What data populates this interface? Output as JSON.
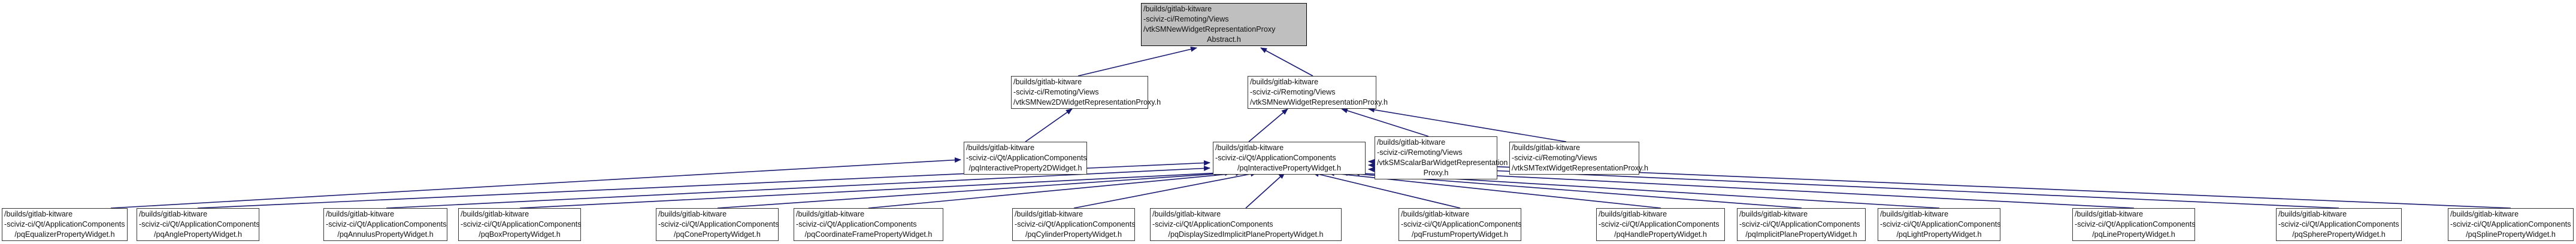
{
  "diagram": {
    "kind": "include-dependency-graph",
    "root_file": "/builds/gitlab-kitware-sciviz-ci/Remoting/Views/vtkSMNewWidgetRepresentationProxyAbstract.h",
    "colors": {
      "edge": "#191970",
      "node_border": "#353535",
      "node_fill": "#ffffff",
      "highlight_fill": "#bfbfbf",
      "text": "#111111"
    },
    "nodes": [
      {
        "id": "abstract",
        "highlight": true,
        "lines": [
          "/builds/gitlab-kitware",
          "-sciviz-ci/Remoting/Views",
          "/vtkSMNewWidgetRepresentationProxy",
          "Abstract.h"
        ]
      },
      {
        "id": "new2d",
        "highlight": false,
        "lines": [
          "/builds/gitlab-kitware",
          "-sciviz-ci/Remoting/Views",
          "/vtkSMNew2DWidgetRepresentationProxy.h"
        ]
      },
      {
        "id": "newwidget",
        "highlight": false,
        "lines": [
          "/builds/gitlab-kitware",
          "-sciviz-ci/Remoting/Views",
          "/vtkSMNewWidgetRepresentationProxy.h"
        ]
      },
      {
        "id": "pq2d",
        "highlight": false,
        "lines": [
          "/builds/gitlab-kitware",
          "-sciviz-ci/Qt/ApplicationComponents",
          "/pqInteractiveProperty2DWidget.h"
        ]
      },
      {
        "id": "pqipw",
        "highlight": false,
        "lines": [
          "/builds/gitlab-kitware",
          "-sciviz-ci/Qt/ApplicationComponents",
          "/pqInteractivePropertyWidget.h"
        ]
      },
      {
        "id": "scalarbar",
        "highlight": false,
        "lines": [
          "/builds/gitlab-kitware",
          "-sciviz-ci/Remoting/Views",
          "/vtkSMScalarBarWidgetRepresentation",
          "Proxy.h"
        ]
      },
      {
        "id": "textwidget",
        "highlight": false,
        "lines": [
          "/builds/gitlab-kitware",
          "-sciviz-ci/Remoting/Views",
          "/vtkSMTextWidgetRepresentationProxy.h"
        ]
      },
      {
        "id": "equalizer",
        "highlight": false,
        "lines": [
          "/builds/gitlab-kitware",
          "-sciviz-ci/Qt/ApplicationComponents",
          "/pqEqualizerPropertyWidget.h"
        ]
      },
      {
        "id": "angle",
        "highlight": false,
        "lines": [
          "/builds/gitlab-kitware",
          "-sciviz-ci/Qt/ApplicationComponents",
          "/pqAnglePropertyWidget.h"
        ]
      },
      {
        "id": "annulus",
        "highlight": false,
        "lines": [
          "/builds/gitlab-kitware",
          "-sciviz-ci/Qt/ApplicationComponents",
          "/pqAnnulusPropertyWidget.h"
        ]
      },
      {
        "id": "box",
        "highlight": false,
        "lines": [
          "/builds/gitlab-kitware",
          "-sciviz-ci/Qt/ApplicationComponents",
          "/pqBoxPropertyWidget.h"
        ]
      },
      {
        "id": "cone",
        "highlight": false,
        "lines": [
          "/builds/gitlab-kitware",
          "-sciviz-ci/Qt/ApplicationComponents",
          "/pqConePropertyWidget.h"
        ]
      },
      {
        "id": "coordframe",
        "highlight": false,
        "lines": [
          "/builds/gitlab-kitware",
          "-sciviz-ci/Qt/ApplicationComponents",
          "/pqCoordinateFramePropertyWidget.h"
        ]
      },
      {
        "id": "cylinder",
        "highlight": false,
        "lines": [
          "/builds/gitlab-kitware",
          "-sciviz-ci/Qt/ApplicationComponents",
          "/pqCylinderPropertyWidget.h"
        ]
      },
      {
        "id": "displaysized",
        "highlight": false,
        "lines": [
          "/builds/gitlab-kitware",
          "-sciviz-ci/Qt/ApplicationComponents",
          "/pqDisplaySizedImplicitPlanePropertyWidget.h"
        ]
      },
      {
        "id": "frustum",
        "highlight": false,
        "lines": [
          "/builds/gitlab-kitware",
          "-sciviz-ci/Qt/ApplicationComponents",
          "/pqFrustumPropertyWidget.h"
        ]
      },
      {
        "id": "handle",
        "highlight": false,
        "lines": [
          "/builds/gitlab-kitware",
          "-sciviz-ci/Qt/ApplicationComponents",
          "/pqHandlePropertyWidget.h"
        ]
      },
      {
        "id": "implicitplane",
        "highlight": false,
        "lines": [
          "/builds/gitlab-kitware",
          "-sciviz-ci/Qt/ApplicationComponents",
          "/pqImplicitPlanePropertyWidget.h"
        ]
      },
      {
        "id": "light",
        "highlight": false,
        "lines": [
          "/builds/gitlab-kitware",
          "-sciviz-ci/Qt/ApplicationComponents",
          "/pqLightPropertyWidget.h"
        ]
      },
      {
        "id": "line",
        "highlight": false,
        "lines": [
          "/builds/gitlab-kitware",
          "-sciviz-ci/Qt/ApplicationComponents",
          "/pqLinePropertyWidget.h"
        ]
      },
      {
        "id": "sphere",
        "highlight": false,
        "lines": [
          "/builds/gitlab-kitware",
          "-sciviz-ci/Qt/ApplicationComponents",
          "/pqSpherePropertyWidget.h"
        ]
      },
      {
        "id": "spline",
        "highlight": false,
        "lines": [
          "/builds/gitlab-kitware",
          "-sciviz-ci/Qt/ApplicationComponents",
          "/pqSplinePropertyWidget.h"
        ]
      }
    ],
    "edges": [
      {
        "from": "new2d",
        "to": "abstract"
      },
      {
        "from": "newwidget",
        "to": "abstract"
      },
      {
        "from": "pq2d",
        "to": "new2d"
      },
      {
        "from": "pqipw",
        "to": "newwidget"
      },
      {
        "from": "scalarbar",
        "to": "newwidget"
      },
      {
        "from": "textwidget",
        "to": "newwidget"
      },
      {
        "from": "equalizer",
        "to": "pq2d"
      },
      {
        "from": "angle",
        "to": "pqipw"
      },
      {
        "from": "annulus",
        "to": "pqipw"
      },
      {
        "from": "box",
        "to": "pqipw"
      },
      {
        "from": "cone",
        "to": "pqipw"
      },
      {
        "from": "coordframe",
        "to": "pqipw"
      },
      {
        "from": "cylinder",
        "to": "pqipw"
      },
      {
        "from": "displaysized",
        "to": "pqipw"
      },
      {
        "from": "frustum",
        "to": "pqipw"
      },
      {
        "from": "handle",
        "to": "pqipw"
      },
      {
        "from": "implicitplane",
        "to": "pqipw"
      },
      {
        "from": "light",
        "to": "pqipw"
      },
      {
        "from": "line",
        "to": "pqipw"
      },
      {
        "from": "sphere",
        "to": "pqipw"
      },
      {
        "from": "spline",
        "to": "pqipw"
      }
    ]
  }
}
